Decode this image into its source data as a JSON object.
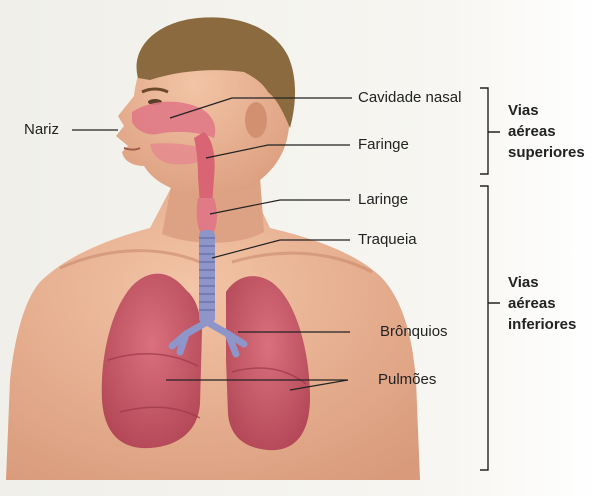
{
  "labels": {
    "nariz": "Nariz",
    "cavidade_nasal": "Cavidade nasal",
    "faringe": "Faringe",
    "laringe": "Laringe",
    "traqueia": "Traqueia",
    "bronquios": "Brônquios",
    "pulmoes": "Pulmões"
  },
  "groups": {
    "superior": [
      "Vias",
      "aéreas",
      "superiores"
    ],
    "inferior": [
      "Vias",
      "aéreas",
      "inferiores"
    ]
  },
  "colors": {
    "skin": "#e8b496",
    "skin_shadow": "#c98a6c",
    "hair": "#8a6a3e",
    "lung": "#c95a68",
    "airway": "#e07a86",
    "trachea": "#8e95c8",
    "line": "#222222"
  }
}
